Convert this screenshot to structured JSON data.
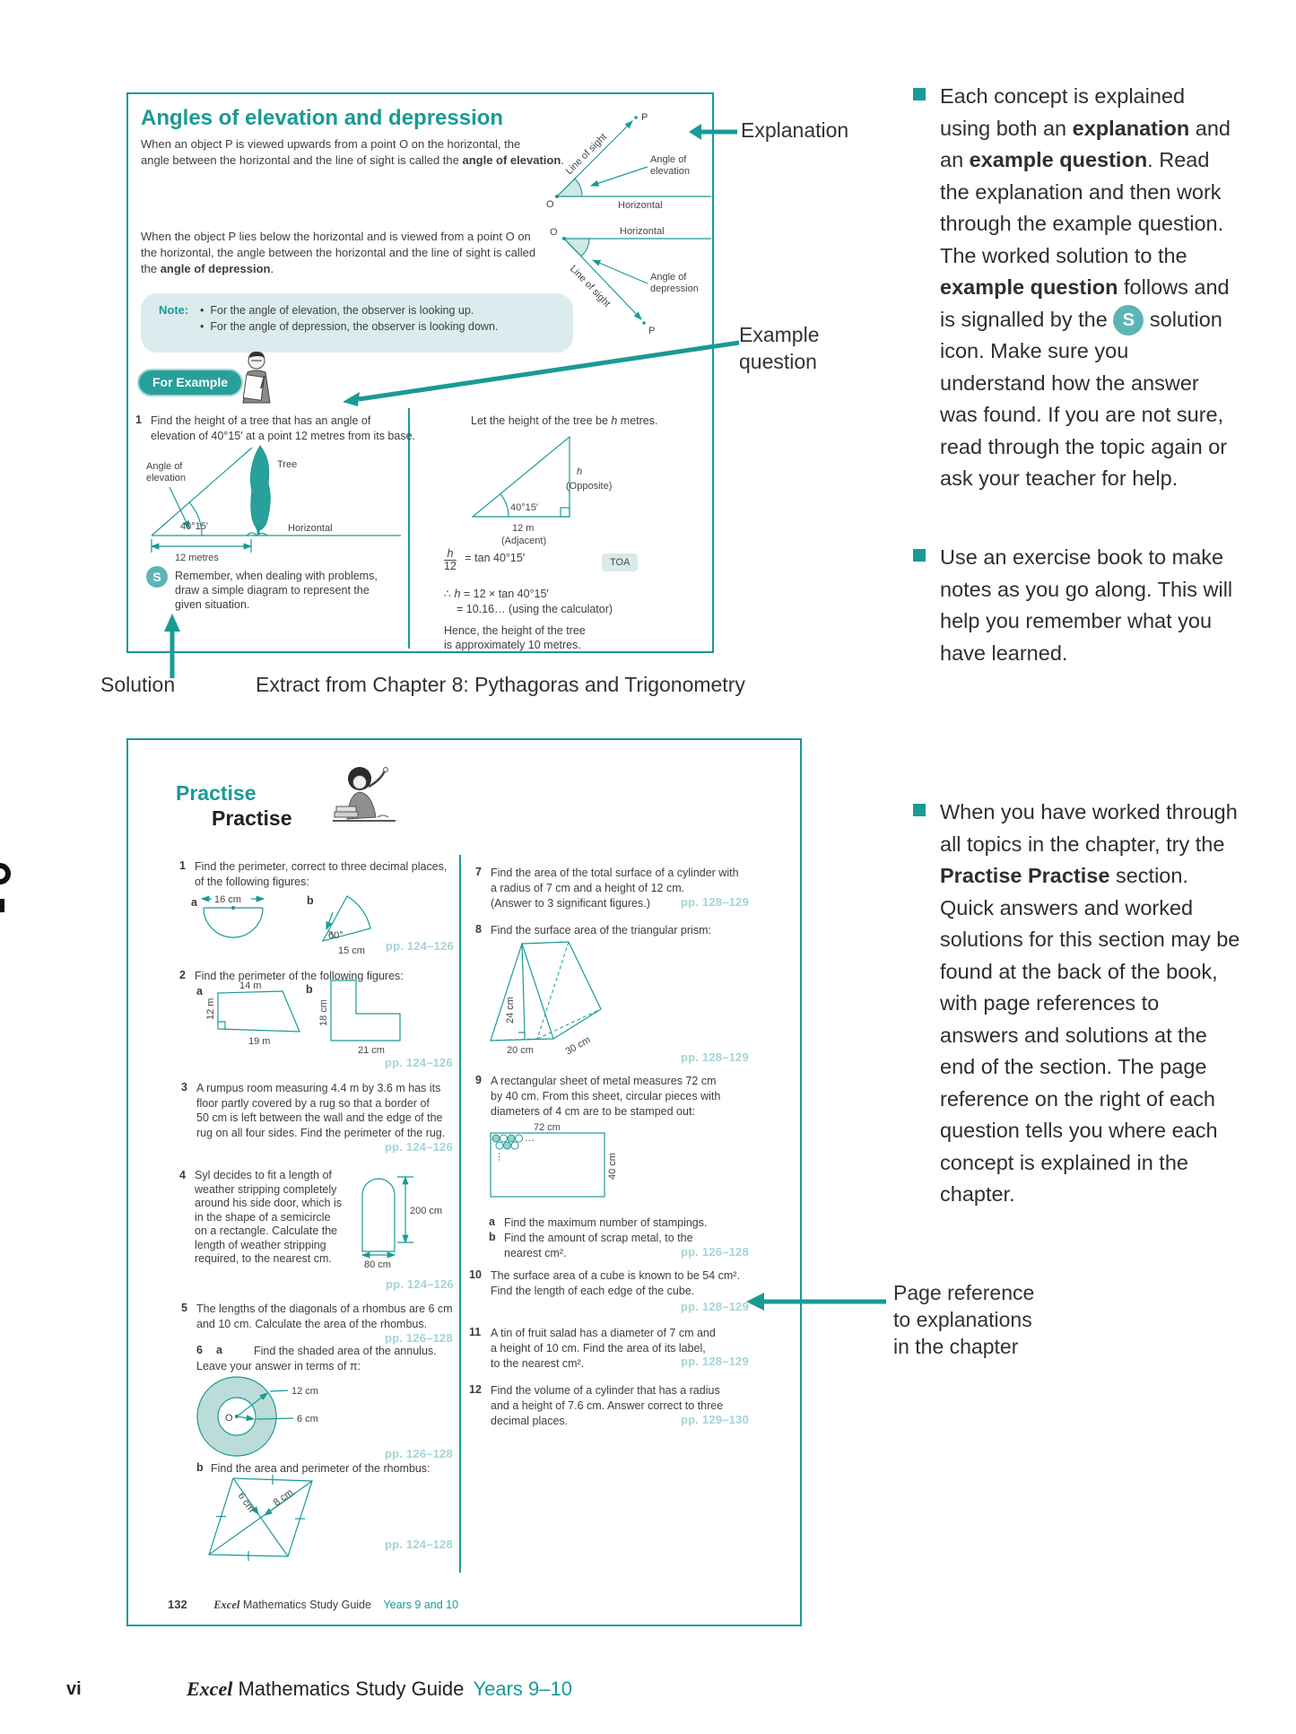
{
  "theme": {
    "teal": "#1a9a95",
    "note_bg": "#dcecee",
    "page_ref": "#a4d4d5",
    "badge": "#5db5b6"
  },
  "annotations": {
    "explanation": "Explanation",
    "example_q_l1": "Example",
    "example_q_l2": "question",
    "solution": "Solution",
    "extract": "Extract from Chapter 8: Pythagoras and Trigonometry",
    "page_ref_l1": "Page reference",
    "page_ref_l2": "to explanations",
    "page_ref_l3": "in the chapter"
  },
  "sidebar": {
    "b1a": "Each concept is explained using both an ",
    "b1b": "explanation",
    "b1c": " and an ",
    "b1d": "example question",
    "b1e": ". Read the explanation and then work through the example question. The worked solution to the ",
    "b1f": "example question",
    "b1g": " follows and is signalled by the ",
    "b1s": "S",
    "b1h": " solution icon. Make sure you understand how the answer was found. If you are not sure, read through the topic again or ask your teacher for help.",
    "b2": "Use an exercise book to make notes as you go along. This will help you remember what you have learned.",
    "b3a": "When you have worked through all topics in the chapter, try the ",
    "b3b": "Practise Practise",
    "b3c": " section. Quick answers and worked solutions for this section may be found at the back of the book, with page references to answers and solutions at the end of the section. The page reference on the right of each question tells you where each concept is explained in the chapter."
  },
  "explain": {
    "title": "Angles of elevation and depression",
    "dot": "•",
    "p1_l1": "When an object P is viewed upwards from a point O on the horizontal, the",
    "p1_l2a": "angle between the horizontal and the line of sight is called the ",
    "p1_l2b": "angle of elevation",
    "p1_l2c": ".",
    "p2_l1": "When the object P lies below the horizontal and is viewed from a point O on",
    "p2_l2": "the horizontal, the angle between the horizontal and the line of sight is called",
    "p2_l3a": "the ",
    "p2_l3b": "angle of depression",
    "p2_l3c": ".",
    "note_label": "Note:",
    "note1": "For the angle of elevation, the observer is looking up.",
    "note2": "For the angle of depression, the observer is looking down.",
    "for_example": "For Example",
    "elev": {
      "p": "P",
      "o": "O",
      "sight": "Line of sight",
      "a1": "Angle of",
      "a2": "elevation",
      "horiz": "Horizontal"
    },
    "depr": {
      "p": "P",
      "o": "O",
      "sight": "Line of sight",
      "a1": "Angle of",
      "a2": "depression",
      "horiz": "Horizontal"
    },
    "q1_num": "1",
    "q1_l1": "Find the height of a tree that has an angle of",
    "q1_l2": "elevation of 40°15′ at a point 12 metres from its base.",
    "tree": {
      "a1": "Angle of",
      "a2": "elevation",
      "label": "Tree",
      "angle": "40°15′",
      "horiz": "Horizontal",
      "base": "12 metres"
    },
    "s": "S",
    "rem1": "Remember, when dealing with problems,",
    "rem2": "draw a simple diagram to represent the",
    "rem3": "given situation.",
    "let_a": "Let the height of the tree be ",
    "let_b": "h",
    "let_c": " metres.",
    "tri": {
      "h": "h",
      "opp": "(Opposite)",
      "angle": "40°15′",
      "base": "12 m",
      "adj": "(Adjacent)"
    },
    "frac_num": "h",
    "frac_den": "12",
    "eq1_rhs": "= tan 40°15′",
    "toa": "TOA",
    "eq2a": "∴ ",
    "eq2b": "h",
    "eq2c": " = 12 × tan 40°15′",
    "eq3": "= 10.16… (using the calculator)",
    "conc1": "Hence, the height of the tree",
    "conc2": "is approximately 10 metres."
  },
  "practise": {
    "title1": "Practise",
    "title2": "Practise",
    "q1": {
      "num": "1",
      "l1": "Find the perimeter, correct to three decimal places,",
      "l2": "of the following figures:",
      "a": "a",
      "b": "b",
      "a_dim": "16 cm",
      "b_angle": "60°",
      "b_dim": "15 cm",
      "pp": "pp. 124–126"
    },
    "q2": {
      "num": "2",
      "l1": "Find the perimeter of the following figures:",
      "a": "a",
      "b": "b",
      "a_top": "14 m",
      "a_left": "12 m",
      "a_bot": "19 m",
      "b_left": "18 cm",
      "b_bot": "21 cm",
      "pp": "pp. 124–126"
    },
    "q3": {
      "num": "3",
      "l1": "A rumpus room measuring 4.4 m by 3.6 m has its",
      "l2": "floor partly covered by a rug so that a border of",
      "l3": "50 cm is left between the wall and the edge of the",
      "l4": "rug on all four sides. Find the perimeter of the rug.",
      "pp": "pp. 124–126"
    },
    "q4": {
      "num": "4",
      "l1": "Syl decides to fit a length of",
      "l2": "weather stripping completely",
      "l3": "around his side door, which is",
      "l4": "in the shape of a semicircle",
      "l5": "on a rectangle. Calculate the",
      "l6": "length of weather stripping",
      "l7": "required, to the nearest cm.",
      "dh": "200 cm",
      "dw": "80 cm",
      "pp": "pp. 124–126"
    },
    "q5": {
      "num": "5",
      "l1": "The lengths of the diagonals of a rhombus are 6 cm",
      "l2": "and 10 cm. Calculate the area of the rhombus.",
      "pp": "pp. 126–128"
    },
    "q6": {
      "num": "6",
      "a": "a",
      "a_l1": "Find the shaded area of the annulus.",
      "a_l2": "Leave your answer in terms of π:",
      "o": "O",
      "r1": "12 cm",
      "r2": "6 cm",
      "pp_a": "pp. 126–128",
      "b": "b",
      "b_l1": "Find the area and perimeter of the rhombus:",
      "d1": "6 cm",
      "d2": "8 cm",
      "pp_b": "pp. 124–128"
    },
    "q7": {
      "num": "7",
      "l1": "Find the area of the total surface of a cylinder with",
      "l2": "a radius of 7 cm and a height of 12 cm.",
      "l3": "(Answer to 3 significant figures.)",
      "pp": "pp. 128–129"
    },
    "q8": {
      "num": "8",
      "l1": "Find the surface area of the triangular prism:",
      "h": "24 cm",
      "base": "20 cm",
      "depth": "30 cm",
      "pp": "pp. 128–129"
    },
    "q9": {
      "num": "9",
      "l1": "A rectangular sheet of metal measures 72 cm",
      "l2": "by 40 cm. From this sheet, circular pieces with",
      "l3": "diameters of 4 cm are to be stamped out:",
      "w": "72 cm",
      "hh": "40 cm",
      "dots": "…",
      "a": "a",
      "a_l1": "Find the maximum number of stampings.",
      "b": "b",
      "b_l1": "Find the amount of scrap metal, to the",
      "b_l2": "nearest cm².",
      "pp": "pp. 126–128"
    },
    "q10": {
      "num": "10",
      "l1": "The surface area of a cube is known to be 54 cm².",
      "l2": "Find the length of each edge of the cube.",
      "pp": "pp. 128–129"
    },
    "q11": {
      "num": "11",
      "l1": "A tin of fruit salad has a diameter of 7 cm and",
      "l2": "a height of 10 cm. Find the area of its label,",
      "l3": "to the nearest cm².",
      "pp": "pp. 128–129"
    },
    "q12": {
      "num": "12",
      "l1": "Find the volume of a cylinder that has a radius",
      "l2": "and a height of 7.6 cm. Answer correct to three",
      "l3": "decimal places.",
      "pp": "pp. 129–130"
    },
    "footer": {
      "num": "132",
      "brand": "Excel",
      "title": "Mathematics Study Guide",
      "years": "Years 9 and 10"
    }
  },
  "footer": {
    "page": "vi",
    "brand": "Excel",
    "title": "Mathematics Study Guide",
    "years": "Years 9–10"
  }
}
